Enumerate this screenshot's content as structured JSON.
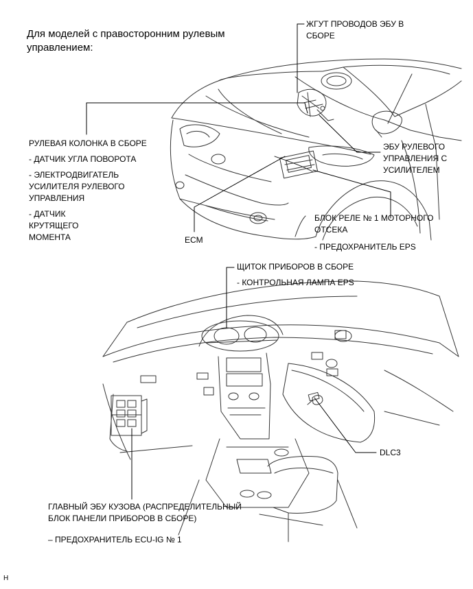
{
  "heading": "Для моделей с правосторонним рулевым\nуправлением:",
  "labels": {
    "ecu_wire_harness": "ЖГУТ ПРОВОДОВ ЭБУ В\nСБОРЕ",
    "steering_column": "РУЛЕВАЯ КОЛОНКА В СБОРЕ",
    "steering_angle_sensor": "- ДАТЧИК УГЛА ПОВОРОТА",
    "power_steering_motor": "- ЭЛЕКТРОДВИГАТЕЛЬ\nУСИЛИТЕЛЯ РУЛЕВОГО\nУПРАВЛЕНИЯ",
    "torque_sensor": "- ДАТЧИК\nКРУТЯЩЕГО\nМОМЕНТА",
    "power_steering_ecu": "ЭБУ РУЛЕВОГО\nУПРАВЛЕНИЯ С\nУСИЛИТЕЛЕМ",
    "engine_relay_block": "БЛОК РЕЛЕ № 1 МОТОРНОГО\nОТСЕКА",
    "eps_fuse": "- ПРЕДОХРАНИТЕЛЬ EPS",
    "ecm": "ECM",
    "combination_meter": "ЩИТОК ПРИБОРОВ В СБОРЕ",
    "eps_warning_light": "- КОНТРОЛЬНАЯ ЛАМПА EPS",
    "dlc3": "DLC3",
    "main_body_ecu": "ГЛАВНЫЙ ЭБУ КУЗОВА (РАСПРЕДЕЛИТЕЛЬНЫЙ\nБЛОК ПАНЕЛИ ПРИБОРОВ В СБОРЕ)",
    "ecu_ig_fuse": "– ПРЕДОХРАНИТЕЛЬ ECU-IG № 1",
    "corner_mark": "H"
  }
}
